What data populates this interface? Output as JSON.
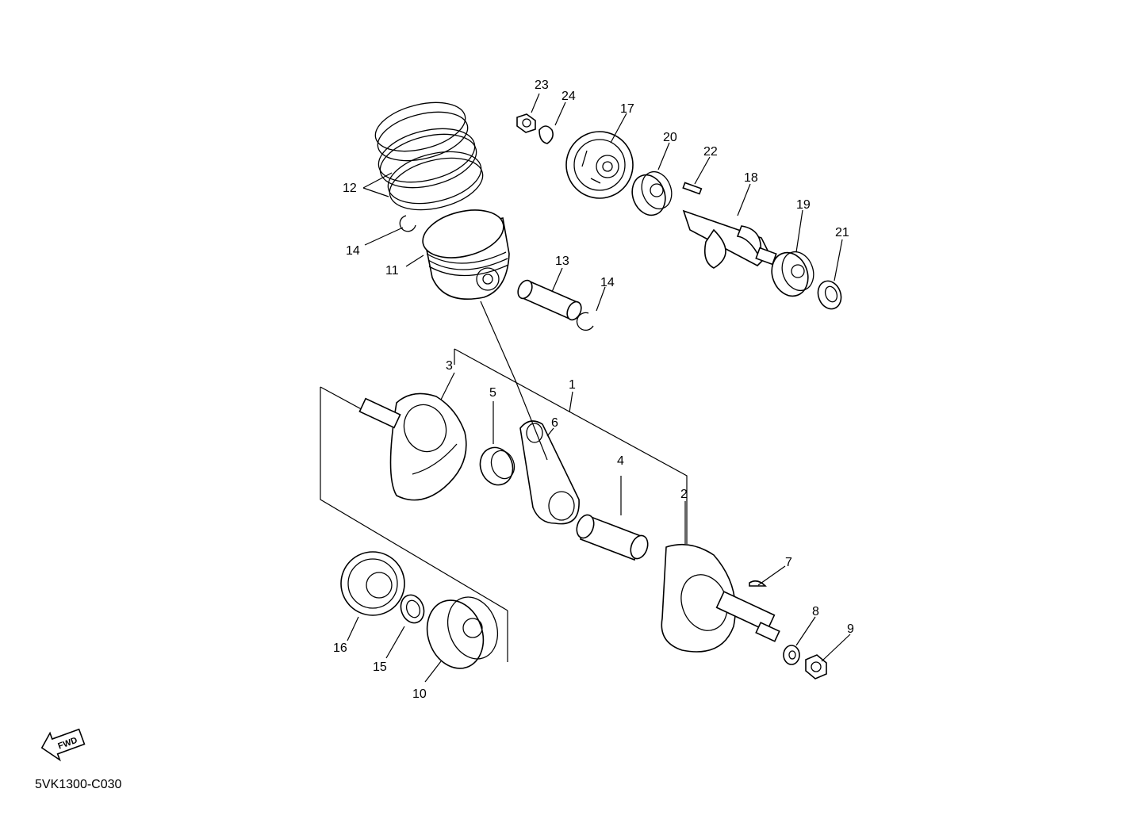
{
  "diagram_code": "5VK1300-C030",
  "fwd_label": "FWD",
  "callouts": [
    {
      "id": "c23",
      "text": "23"
    },
    {
      "id": "c24",
      "text": "24"
    },
    {
      "id": "c17",
      "text": "17"
    },
    {
      "id": "c20",
      "text": "20"
    },
    {
      "id": "c22",
      "text": "22"
    },
    {
      "id": "c18",
      "text": "18"
    },
    {
      "id": "c19",
      "text": "19"
    },
    {
      "id": "c21",
      "text": "21"
    },
    {
      "id": "c12",
      "text": "12"
    },
    {
      "id": "c14a",
      "text": "14"
    },
    {
      "id": "c11",
      "text": "11"
    },
    {
      "id": "c13",
      "text": "13"
    },
    {
      "id": "c14b",
      "text": "14"
    },
    {
      "id": "c3",
      "text": "3"
    },
    {
      "id": "c5",
      "text": "5"
    },
    {
      "id": "c1",
      "text": "1"
    },
    {
      "id": "c6",
      "text": "6"
    },
    {
      "id": "c4",
      "text": "4"
    },
    {
      "id": "c2",
      "text": "2"
    },
    {
      "id": "c7",
      "text": "7"
    },
    {
      "id": "c8",
      "text": "8"
    },
    {
      "id": "c9",
      "text": "9"
    },
    {
      "id": "c16",
      "text": "16"
    },
    {
      "id": "c15",
      "text": "15"
    },
    {
      "id": "c10",
      "text": "10"
    }
  ]
}
